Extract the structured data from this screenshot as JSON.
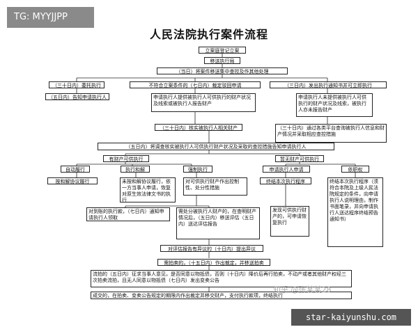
{
  "tag": {
    "text": "TG: MYYJJPP"
  },
  "title": "人民法院执行案件流程",
  "nodes": {
    "n_lian": "立案庭登记立案",
    "n_yisong": "移送执行局",
    "n_dangri": "（当日）将案件移送集中查控及作其他处理",
    "n_weituo": "（三十日内）委托执行",
    "n_gaozhi": "（五日内）告知申请执行人",
    "n_buhe": "不符合立案条件的（七日内）裁定驳回申请",
    "n_tongzhi": "（三日内）发出执行通知书并可立即执行",
    "n_tigong": "申请执行人提供被执行人可供执行的财产状况及线索或被执行人报告财产",
    "n_weitigong": "申请执行人未提供被执行人可供执行的财产状况及线索，被执行人亦未报告财产",
    "n_hecha": "（三十日内）核实被执行人相关财产",
    "n_zhuanxiang": "（三十日内）通过各类平台查询被执行人信息和财产情况并采取相应查控措施",
    "n_wuri": "（五日内）将调查核实被执行人可供执行财产状况及采取的查控措施告知申请执行人",
    "n_youcaichan": "有财产可供执行",
    "n_wucaichan": "暂无财产可供执行",
    "n_zidong": "自动履行",
    "n_hejie": "执行和解",
    "n_qiangzhi": "强制执行",
    "n_jiechu": "按和解协议履行",
    "n_weian": "未按和解协议履行，依一方当事人申请，恢复对原生效法律文书的执行",
    "n_dongjie": "对可供执行财产作出控制性、处分性措施",
    "n_shenqing": "申请执行人申请",
    "n_yiquan": "依职权",
    "n_zhongben": "终结本次执行程序",
    "n_zhongben2": "终结本次执行程序（须符合本院及上级人民法院规定的条件，向申请执行人说明理由，制作书面笔录，并向申请执行人送达程序终结预告通知书）",
    "n_daozhang": "对到账的执行款，（七日内）通知申请执行人领取",
    "n_xuchuzhi": "需处分被执行人财产的，在查明财产情况后，（五日内）移送评估（五日内）送达评估报告",
    "n_faxian": "发现可供执行财产的，可申请恢复执行",
    "n_pinggu": "对评估报告有异议的（十日内）提出异议",
    "n_paimai": "需拍卖的，（十五日内）作出裁定，并移送拍卖",
    "n_liupai": "流拍的（五日内）征求当事人意见，是否同意以物抵债，否则（十日内）降价后再行拍卖，不动产或者其他财产权经三次拍卖流拍，且无人同意以物抵债（七日内）发出变卖公告",
    "n_chengjiao": "成交的，在拍卖、变卖公告规定的期限内作出裁定并移交财产，支付执行款项，终结执行"
  },
  "watermark": "知乎 @张某某28",
  "url": "star-kaiyunshu.com"
}
